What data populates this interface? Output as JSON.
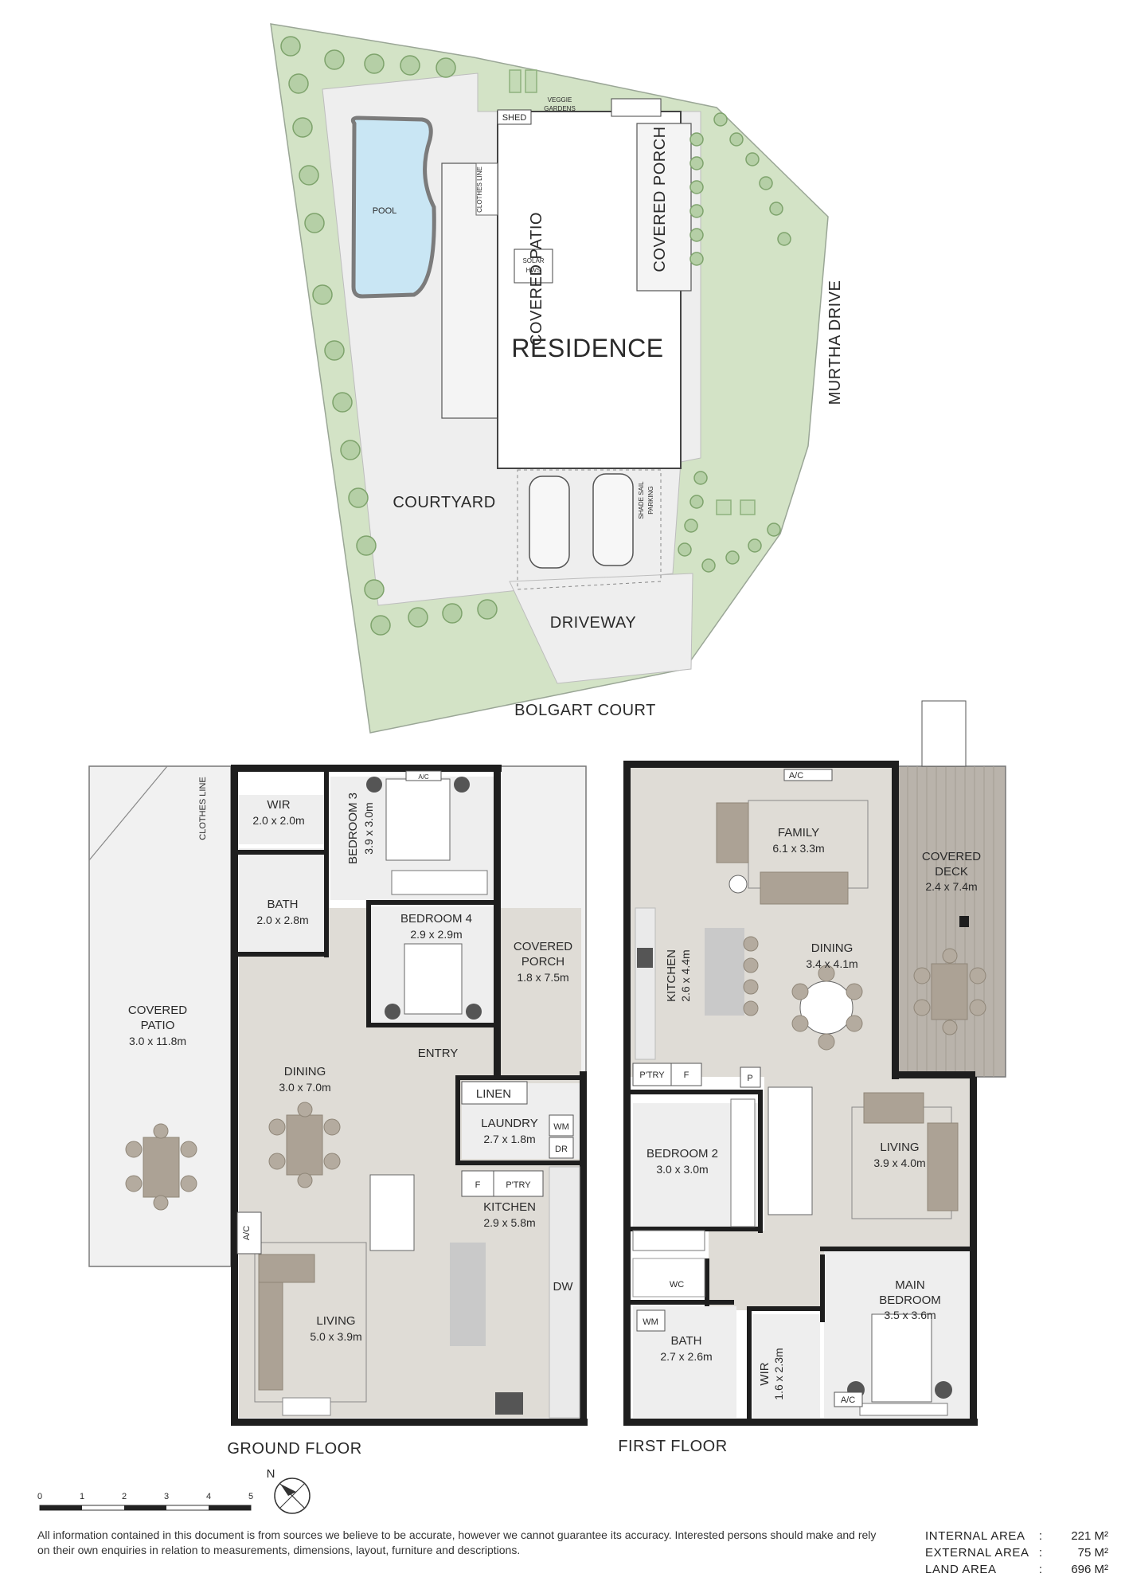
{
  "site": {
    "residence": "RESIDENCE",
    "pool": "POOL",
    "covered_patio": "COVERED PATIO",
    "covered_porch": "COVERED PORCH",
    "clothes_line": "CLOTHES LINE",
    "veggie_gardens_1": "VEGGIE",
    "veggie_gardens_2": "GARDENS",
    "shed": "SHED",
    "solar_1": "SOLAR",
    "solar_2": "HWS",
    "courtyard": "COURTYARD",
    "shade_sail_1": "SHADE SAIL",
    "shade_sail_2": "PARKING",
    "driveway": "DRIVEWAY",
    "street_south": "BOLGART COURT",
    "street_east": "MURTHA DRIVE"
  },
  "ground_floor": {
    "title": "GROUND FLOOR",
    "clothes_line": "CLOTHES LINE",
    "rooms": {
      "wir": {
        "name": "WIR",
        "dim": "2.0 x 2.0m"
      },
      "bedroom3": {
        "name": "BEDROOM 3",
        "dim": "3.9 x 3.0m"
      },
      "bath": {
        "name": "BATH",
        "dim": "2.0 x 2.8m"
      },
      "bedroom4": {
        "name": "BEDROOM 4",
        "dim": "2.9 x 2.9m"
      },
      "covered_porch": {
        "name1": "COVERED",
        "name2": "PORCH",
        "dim": "1.8 x 7.5m"
      },
      "covered_patio": {
        "name1": "COVERED",
        "name2": "PATIO",
        "dim": "3.0 x 11.8m"
      },
      "entry": {
        "name": "ENTRY"
      },
      "dining": {
        "name": "DINING",
        "dim": "3.0 x 7.0m"
      },
      "linen": {
        "name": "LINEN"
      },
      "laundry": {
        "name": "LAUNDRY",
        "dim": "2.7 x 1.8m"
      },
      "kitchen": {
        "name": "KITCHEN",
        "dim": "2.9 x 5.8m"
      },
      "living": {
        "name": "LIVING",
        "dim": "5.0 x 3.9m"
      }
    },
    "tags": {
      "ac_top": "A/C",
      "ac_side": "A/C",
      "wm": "WM",
      "dr": "DR",
      "f": "F",
      "pantry": "P'TRY",
      "dw": "DW"
    }
  },
  "first_floor": {
    "title": "FIRST FLOOR",
    "rooms": {
      "family": {
        "name": "FAMILY",
        "dim": "6.1 x 3.3m"
      },
      "covered_deck": {
        "name1": "COVERED",
        "name2": "DECK",
        "dim": "2.4 x 7.4m"
      },
      "kitchen": {
        "name": "KITCHEN",
        "dim": "2.6 x 4.4m"
      },
      "dining": {
        "name": "DINING",
        "dim": "3.4 x 4.1m"
      },
      "bedroom2": {
        "name": "BEDROOM 2",
        "dim": "3.0 x 3.0m"
      },
      "living": {
        "name": "LIVING",
        "dim": "3.9 x 4.0m"
      },
      "wc": {
        "name": "WC"
      },
      "bath": {
        "name": "BATH",
        "dim": "2.7 x 2.6m"
      },
      "wir": {
        "name": "WIR",
        "dim": "1.6 x 2.3m"
      },
      "main_bedroom": {
        "name1": "MAIN",
        "name2": "BEDROOM",
        "dim": "3.5 x 3.6m"
      }
    },
    "tags": {
      "ac_top": "A/C",
      "ac_bed": "A/C",
      "pantry": "P'TRY",
      "f": "F",
      "p": "P",
      "wm": "WM"
    }
  },
  "scale_bar": {
    "ticks": [
      "0",
      "1",
      "2",
      "3",
      "4",
      "5"
    ]
  },
  "compass": {
    "north": "N"
  },
  "disclaimer": "All information contained in this document is from sources we believe to be accurate, however we cannot guarantee its accuracy. Interested persons should make and rely on their own enquiries in relation to measurements, dimensions, layout, furniture and descriptions.",
  "areas": [
    {
      "label": "INTERNAL AREA",
      "sep": ":",
      "value": "221 M²"
    },
    {
      "label": "EXTERNAL AREA",
      "sep": ":",
      "value": "75 M²"
    },
    {
      "label": "LAND AREA",
      "sep": ":",
      "value": "696 M²"
    }
  ]
}
